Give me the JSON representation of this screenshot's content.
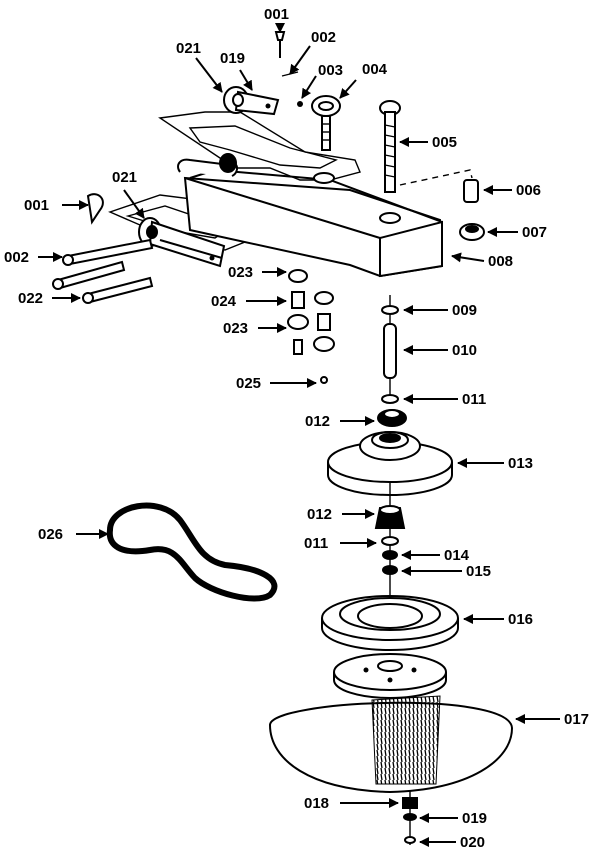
{
  "parts": [
    {
      "id": "p001a",
      "text": "001"
    },
    {
      "id": "p002a",
      "text": "002"
    },
    {
      "id": "p003",
      "text": "003"
    },
    {
      "id": "p004",
      "text": "004"
    },
    {
      "id": "p019a",
      "text": "019"
    },
    {
      "id": "p021a",
      "text": "021"
    },
    {
      "id": "p005",
      "text": "005"
    },
    {
      "id": "p006",
      "text": "006"
    },
    {
      "id": "p007",
      "text": "007"
    },
    {
      "id": "p008",
      "text": "008"
    },
    {
      "id": "p001b",
      "text": "001"
    },
    {
      "id": "p021b",
      "text": "021"
    },
    {
      "id": "p002b",
      "text": "002"
    },
    {
      "id": "p022",
      "text": "022"
    },
    {
      "id": "p023a",
      "text": "023"
    },
    {
      "id": "p024",
      "text": "024"
    },
    {
      "id": "p023b",
      "text": "023"
    },
    {
      "id": "p025",
      "text": "025"
    },
    {
      "id": "p009",
      "text": "009"
    },
    {
      "id": "p010",
      "text": "010"
    },
    {
      "id": "p011a",
      "text": "011"
    },
    {
      "id": "p012a",
      "text": "012"
    },
    {
      "id": "p013",
      "text": "013"
    },
    {
      "id": "p012b",
      "text": "012"
    },
    {
      "id": "p011b",
      "text": "011"
    },
    {
      "id": "p014",
      "text": "014"
    },
    {
      "id": "p015",
      "text": "015"
    },
    {
      "id": "p026",
      "text": "026"
    },
    {
      "id": "p016",
      "text": "016"
    },
    {
      "id": "p017",
      "text": "017"
    },
    {
      "id": "p018",
      "text": "018"
    },
    {
      "id": "p019b",
      "text": "019"
    },
    {
      "id": "p020",
      "text": "020"
    }
  ]
}
